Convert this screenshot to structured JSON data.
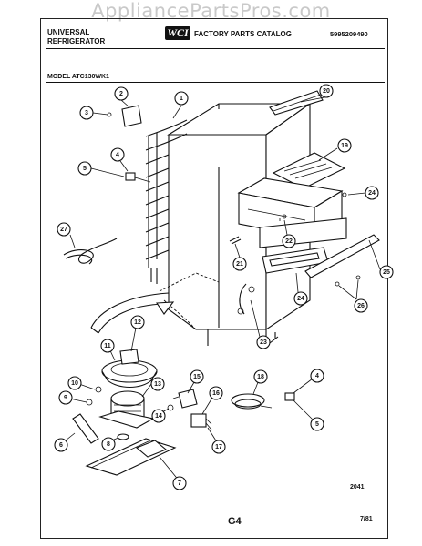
{
  "watermark": "AppliancePartsPros.com",
  "header": {
    "brand_line1": "UNIVERSAL",
    "brand_line2": "REFRIGERATOR",
    "logo_text": "WCI",
    "catalog_title": "FACTORY PARTS CATALOG",
    "catalog_number": "5995209490"
  },
  "model_label": "MODEL ATC130WK1",
  "callouts": [
    "1",
    "2",
    "3",
    "4",
    "5",
    "27",
    "20",
    "19",
    "24",
    "22",
    "21",
    "25",
    "24",
    "26",
    "23",
    "12",
    "11",
    "13",
    "10",
    "9",
    "14",
    "6",
    "8",
    "7",
    "15",
    "16",
    "17",
    "18",
    "4",
    "5"
  ],
  "drawing_number": "2041",
  "page_code": "G4",
  "date_code": "7/81"
}
